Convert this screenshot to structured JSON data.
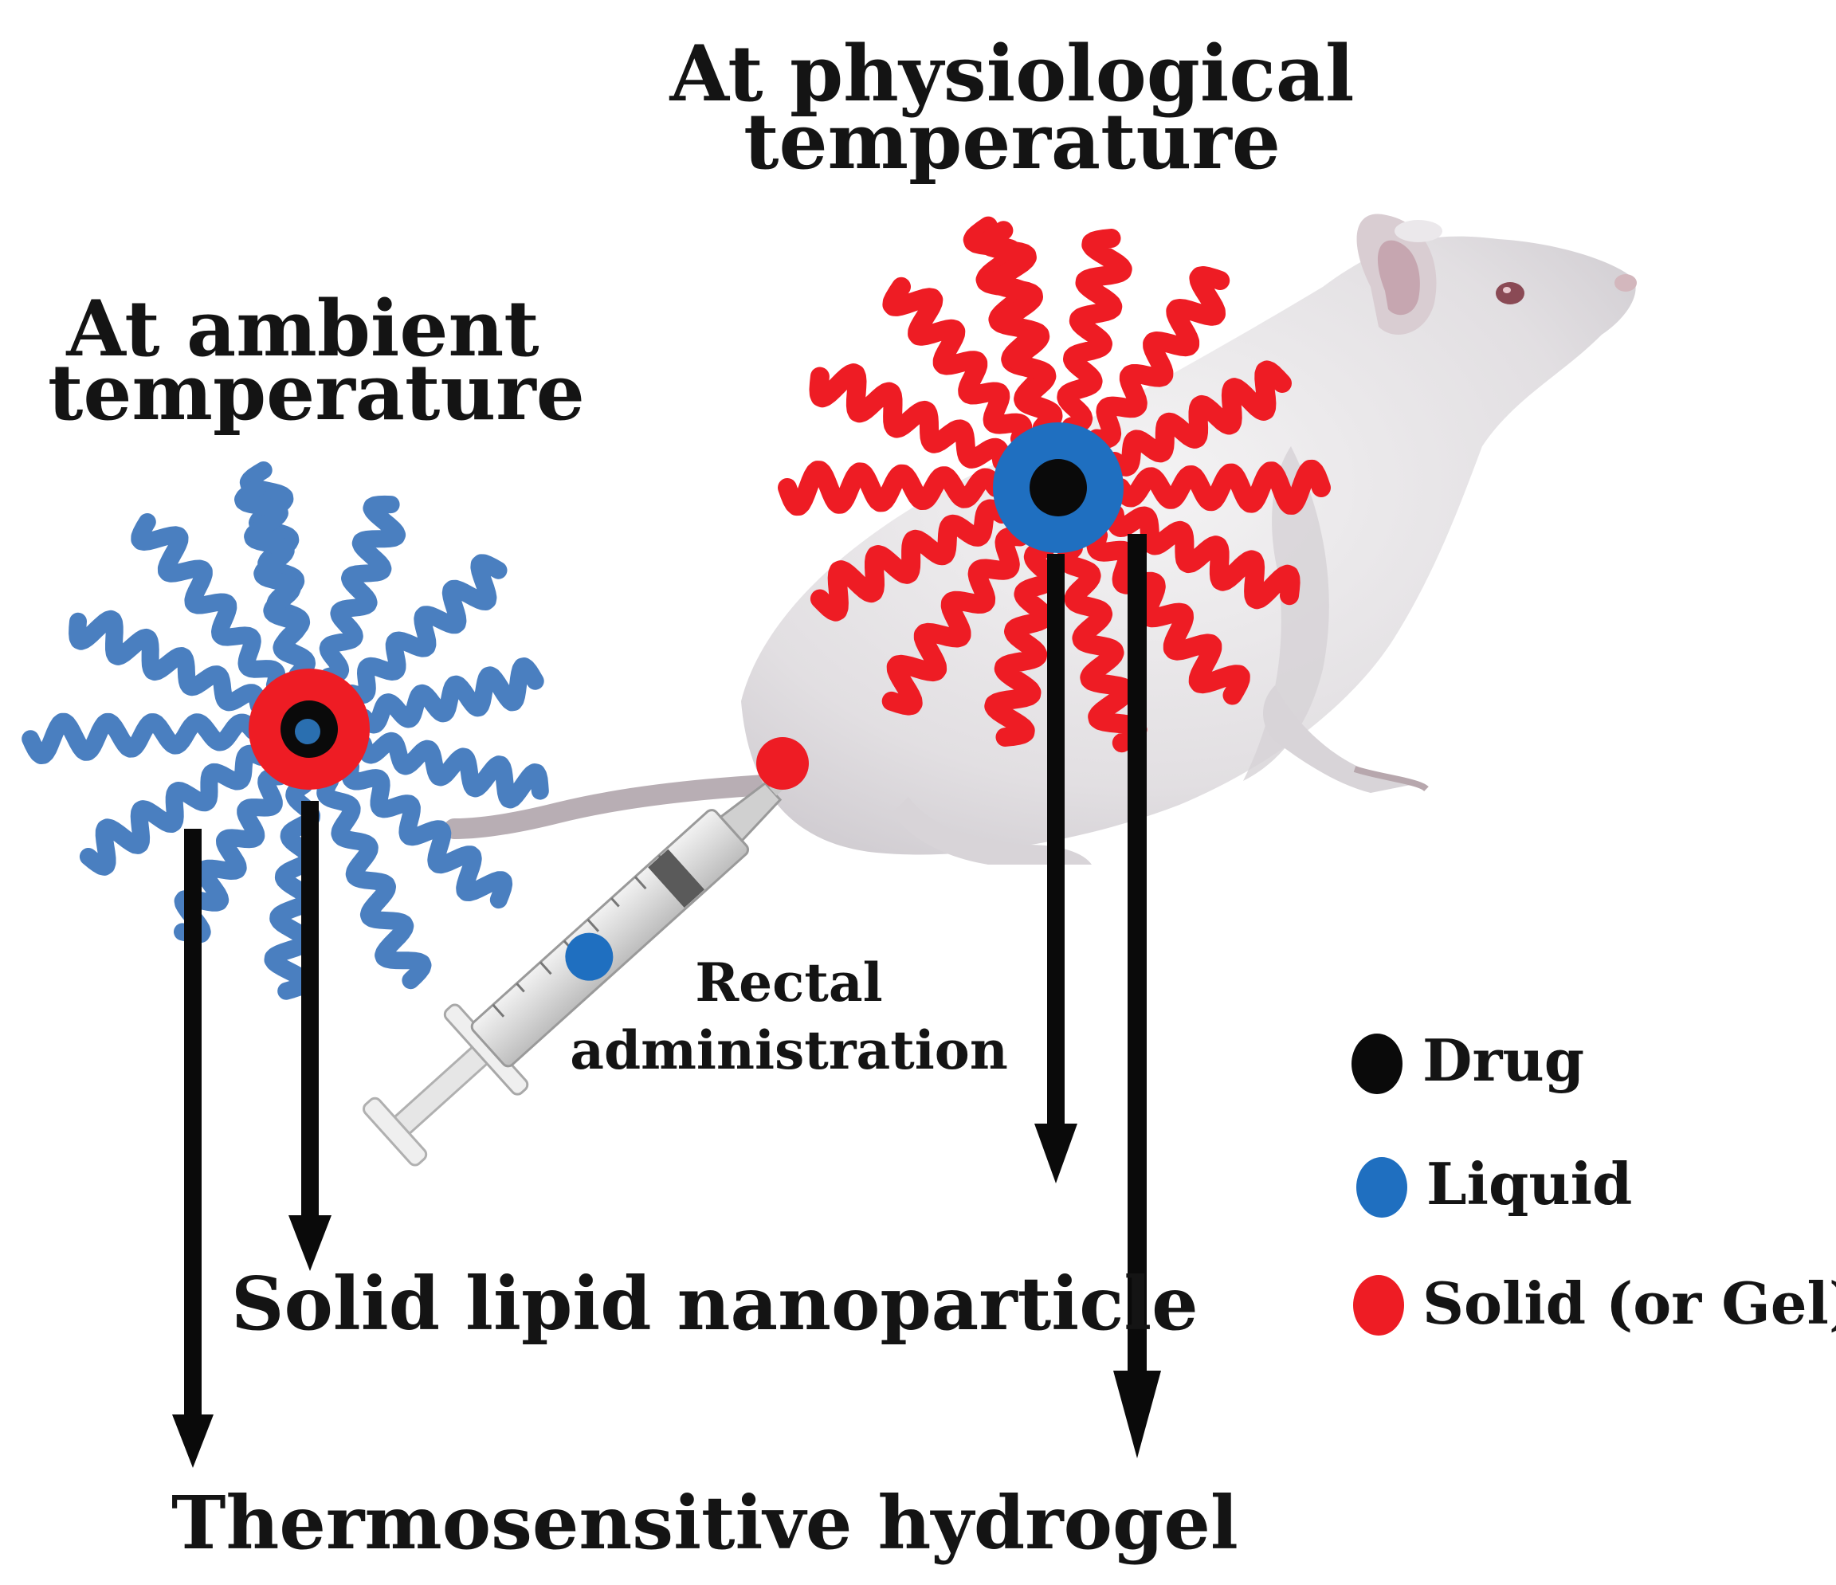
{
  "labels": {
    "ambient_line1": "At ambient",
    "ambient_line2": "temperature",
    "physio_line1": "At physiological",
    "physio_line2": "temperature",
    "rectal_line1": "Rectal",
    "rectal_line2": "administration",
    "sln": "Solid lipid  nanoparticle",
    "hydrogel": "Thermosensitive hydrogel"
  },
  "legend": [
    {
      "label": "Drug",
      "color": "#0a0a0a"
    },
    {
      "label": "Liquid",
      "color": "#1f6fc0"
    },
    {
      "label": "Solid (or Gel)",
      "color": "#ee1c24"
    }
  ],
  "colors": {
    "liquid_chains": "#4a7fc0",
    "solid_chains": "#ee1c24",
    "drug": "#0a0a0a",
    "arrow": "#0a0a0a"
  },
  "icons": [
    "rat-illustration",
    "syringe-icon"
  ]
}
